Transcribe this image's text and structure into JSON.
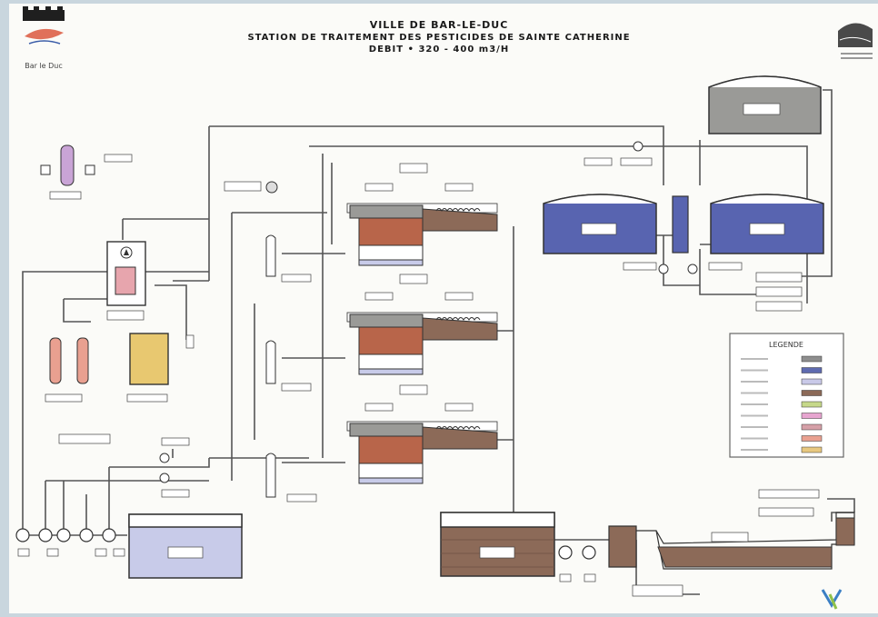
{
  "header": {
    "line1": "VILLE DE BAR-LE-DUC",
    "line2": "STATION DE TRAITEMENT DES PESTICIDES DE SAINTE CATHERINE",
    "line3": "DEBIT  •  320  -  400 m3/H"
  },
  "logo_left": {
    "caption": "Bar le Duc"
  },
  "legend": {
    "title": "LEGENDE",
    "items": [
      {
        "color": "#8e8e8e"
      },
      {
        "color": "#5f6bb0"
      },
      {
        "color": "#c9c9e8"
      },
      {
        "color": "#8c6a58"
      },
      {
        "color": "#c6d88a"
      },
      {
        "color": "#e7a5d0"
      },
      {
        "color": "#d6a0a8"
      },
      {
        "color": "#e9a090"
      },
      {
        "color": "#e8c880"
      }
    ]
  },
  "colors": {
    "eau_brute": "#8e8e8e",
    "eau_potable": "#5f6bb0",
    "eau_lavage": "#8c6a58",
    "charbon": "#e8d78a",
    "chlore": "#e9a090",
    "air": "#c9a4d6"
  }
}
